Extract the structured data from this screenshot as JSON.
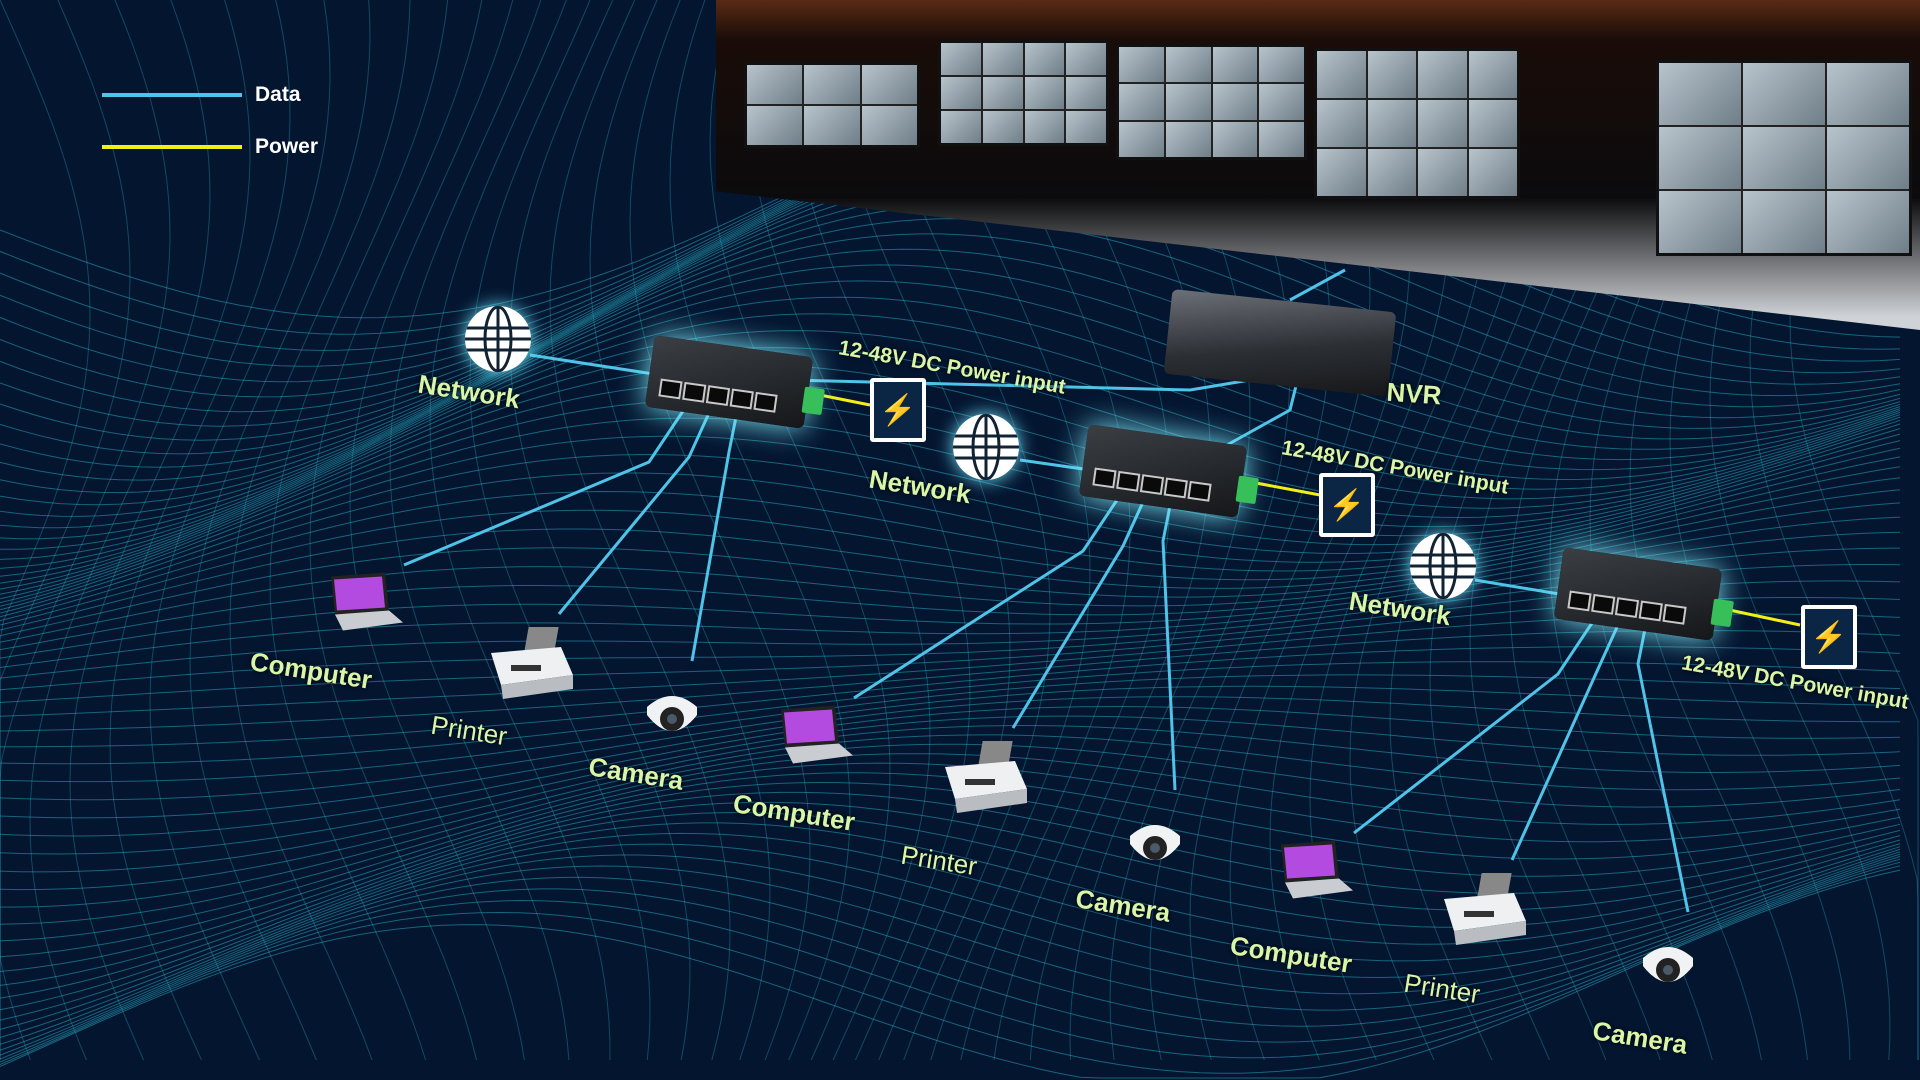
{
  "legend": {
    "items": [
      {
        "label": "Data",
        "color": "#4fc3e8"
      },
      {
        "label": "Power",
        "color": "#f2ee16"
      }
    ]
  },
  "colors": {
    "background": "#041530",
    "wave": "#2fc6dc",
    "label": "#d9f5a8"
  },
  "nodes": {
    "networks": [
      "Network",
      "Network",
      "Network"
    ],
    "nvr": "NVR",
    "power_inputs": [
      "12-48V DC Power input",
      "12-48V DC Power input",
      "12-48V DC Power input"
    ]
  },
  "devices": [
    {
      "type": "computer",
      "label": "Computer"
    },
    {
      "type": "printer",
      "label": "Printer"
    },
    {
      "type": "camera",
      "label": "Camera"
    },
    {
      "type": "computer",
      "label": "Computer"
    },
    {
      "type": "printer",
      "label": "Printer"
    },
    {
      "type": "camera",
      "label": "Camera"
    },
    {
      "type": "computer",
      "label": "Computer"
    },
    {
      "type": "printer",
      "label": "Printer"
    },
    {
      "type": "camera",
      "label": "Camera"
    }
  ]
}
